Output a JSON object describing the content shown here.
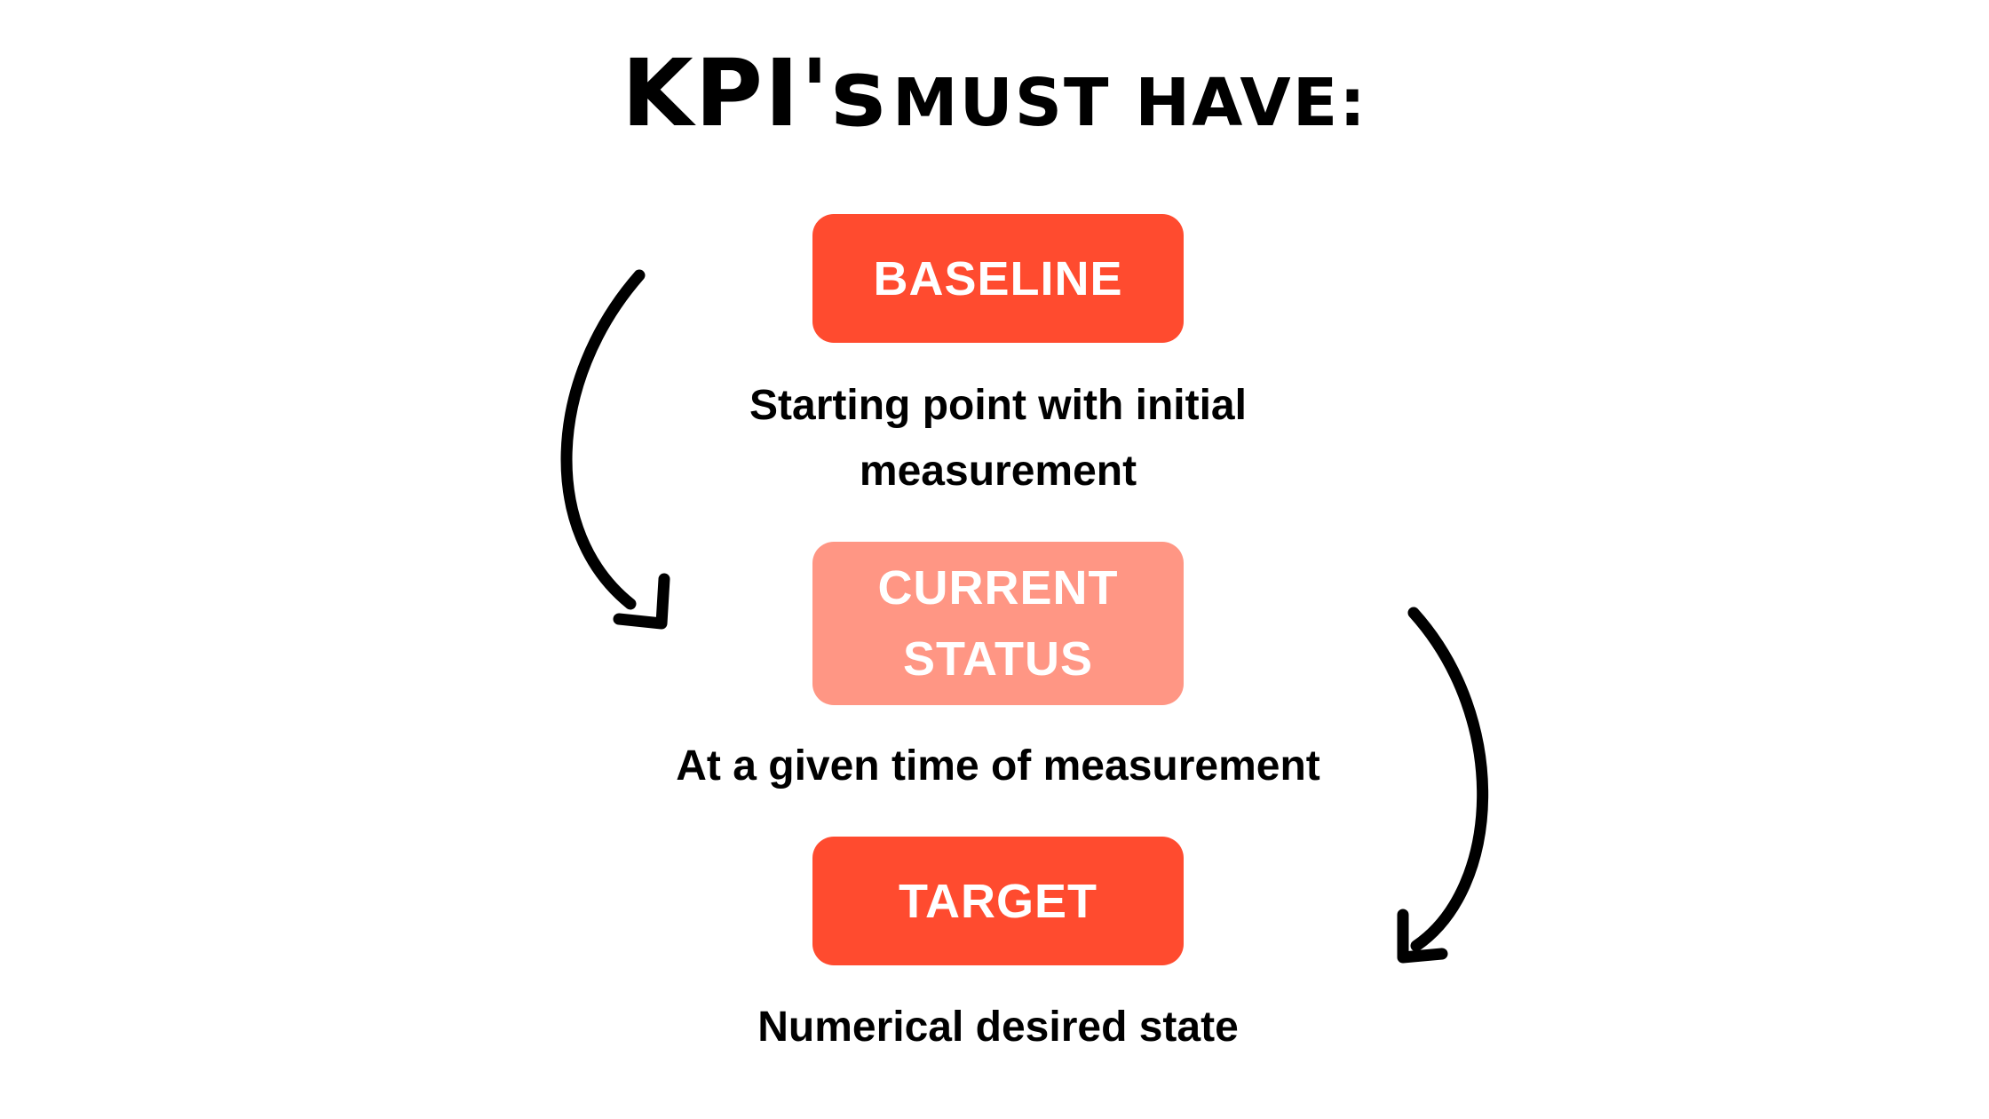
{
  "title": {
    "part1": "KPI's",
    "part2": "MUST HAVE:"
  },
  "steps": {
    "baseline": {
      "label_lines": [
        "BASELINE"
      ],
      "description_lines": [
        "Starting point with initial",
        "measurement"
      ]
    },
    "current": {
      "label_lines": [
        "CURRENT",
        "STATUS"
      ],
      "description_lines": [
        "At a given time of measurement"
      ]
    },
    "target": {
      "label_lines": [
        "TARGET"
      ],
      "description_lines": [
        "Numerical desired state"
      ]
    }
  },
  "colors": {
    "primary_box": "#FF4B2F",
    "secondary_box": "#FF9684",
    "text": "#000000",
    "box_text": "#FFFFFF",
    "arrow": "#000000"
  },
  "arrows": [
    {
      "name": "arrow-baseline-to-current",
      "from": "baseline",
      "to": "current"
    },
    {
      "name": "arrow-current-to-target",
      "from": "current",
      "to": "target"
    }
  ]
}
